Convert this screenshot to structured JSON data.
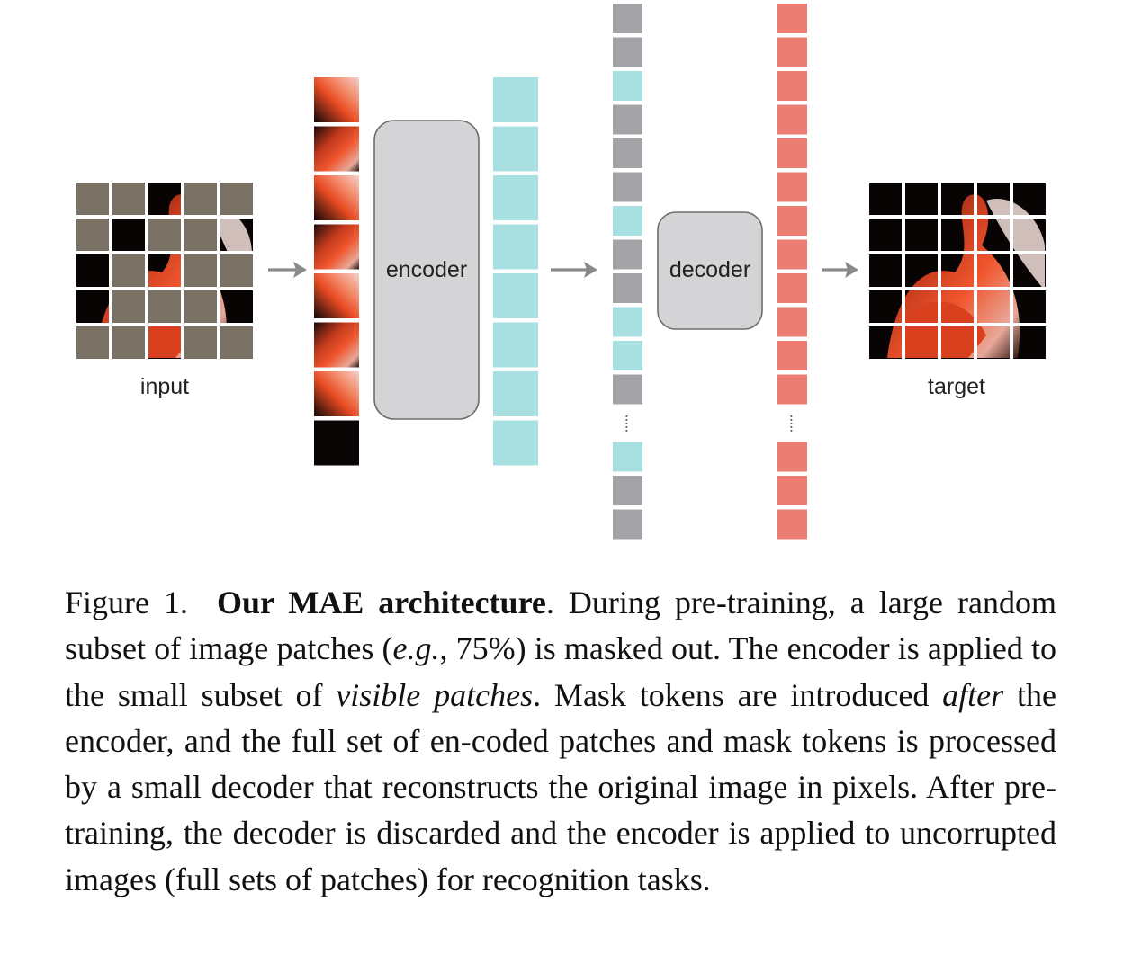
{
  "diagram": {
    "input_label": "input",
    "encoder_label": "encoder",
    "decoder_label": "decoder",
    "target_label": "target",
    "colors": {
      "mask_patch": "#7a7165",
      "encoded_token": "#a8e0e2",
      "mask_token": "#a4a4a8",
      "decoder_output": "#ec7d72",
      "block_fill": "#d4d4d6",
      "block_stroke": "#6e6e6e",
      "arrow": "#8a8a8a"
    },
    "input_grid_mask": [
      [
        1,
        1,
        0,
        1,
        1
      ],
      [
        1,
        0,
        1,
        1,
        0
      ],
      [
        0,
        1,
        0,
        1,
        1
      ],
      [
        0,
        1,
        1,
        1,
        0
      ],
      [
        1,
        1,
        0,
        1,
        1
      ]
    ],
    "mask_token_column": [
      "mask",
      "mask",
      "visible",
      "mask",
      "mask",
      "mask",
      "visible",
      "mask",
      "mask",
      "visible",
      "visible",
      "mask",
      "ellipsis",
      "visible",
      "mask",
      "mask"
    ]
  },
  "caption": {
    "figure_label": "Figure 1.",
    "title": "Our MAE architecture",
    "p1": ". During pre-training, a large random subset of image patches (",
    "eg": "e.g.",
    "p2": ", 75%) is masked out. The encoder is applied to the small subset of ",
    "visible": "visible patches",
    "p3": ". Mask tokens are introduced ",
    "after": "after",
    "p4": " the encoder, and the full set of en-coded patches and mask tokens is processed by a small decoder that reconstructs the original image in pixels. After pre-training, the decoder is discarded and the encoder is applied to uncorrupted images (full sets of patches) for recognition tasks."
  }
}
